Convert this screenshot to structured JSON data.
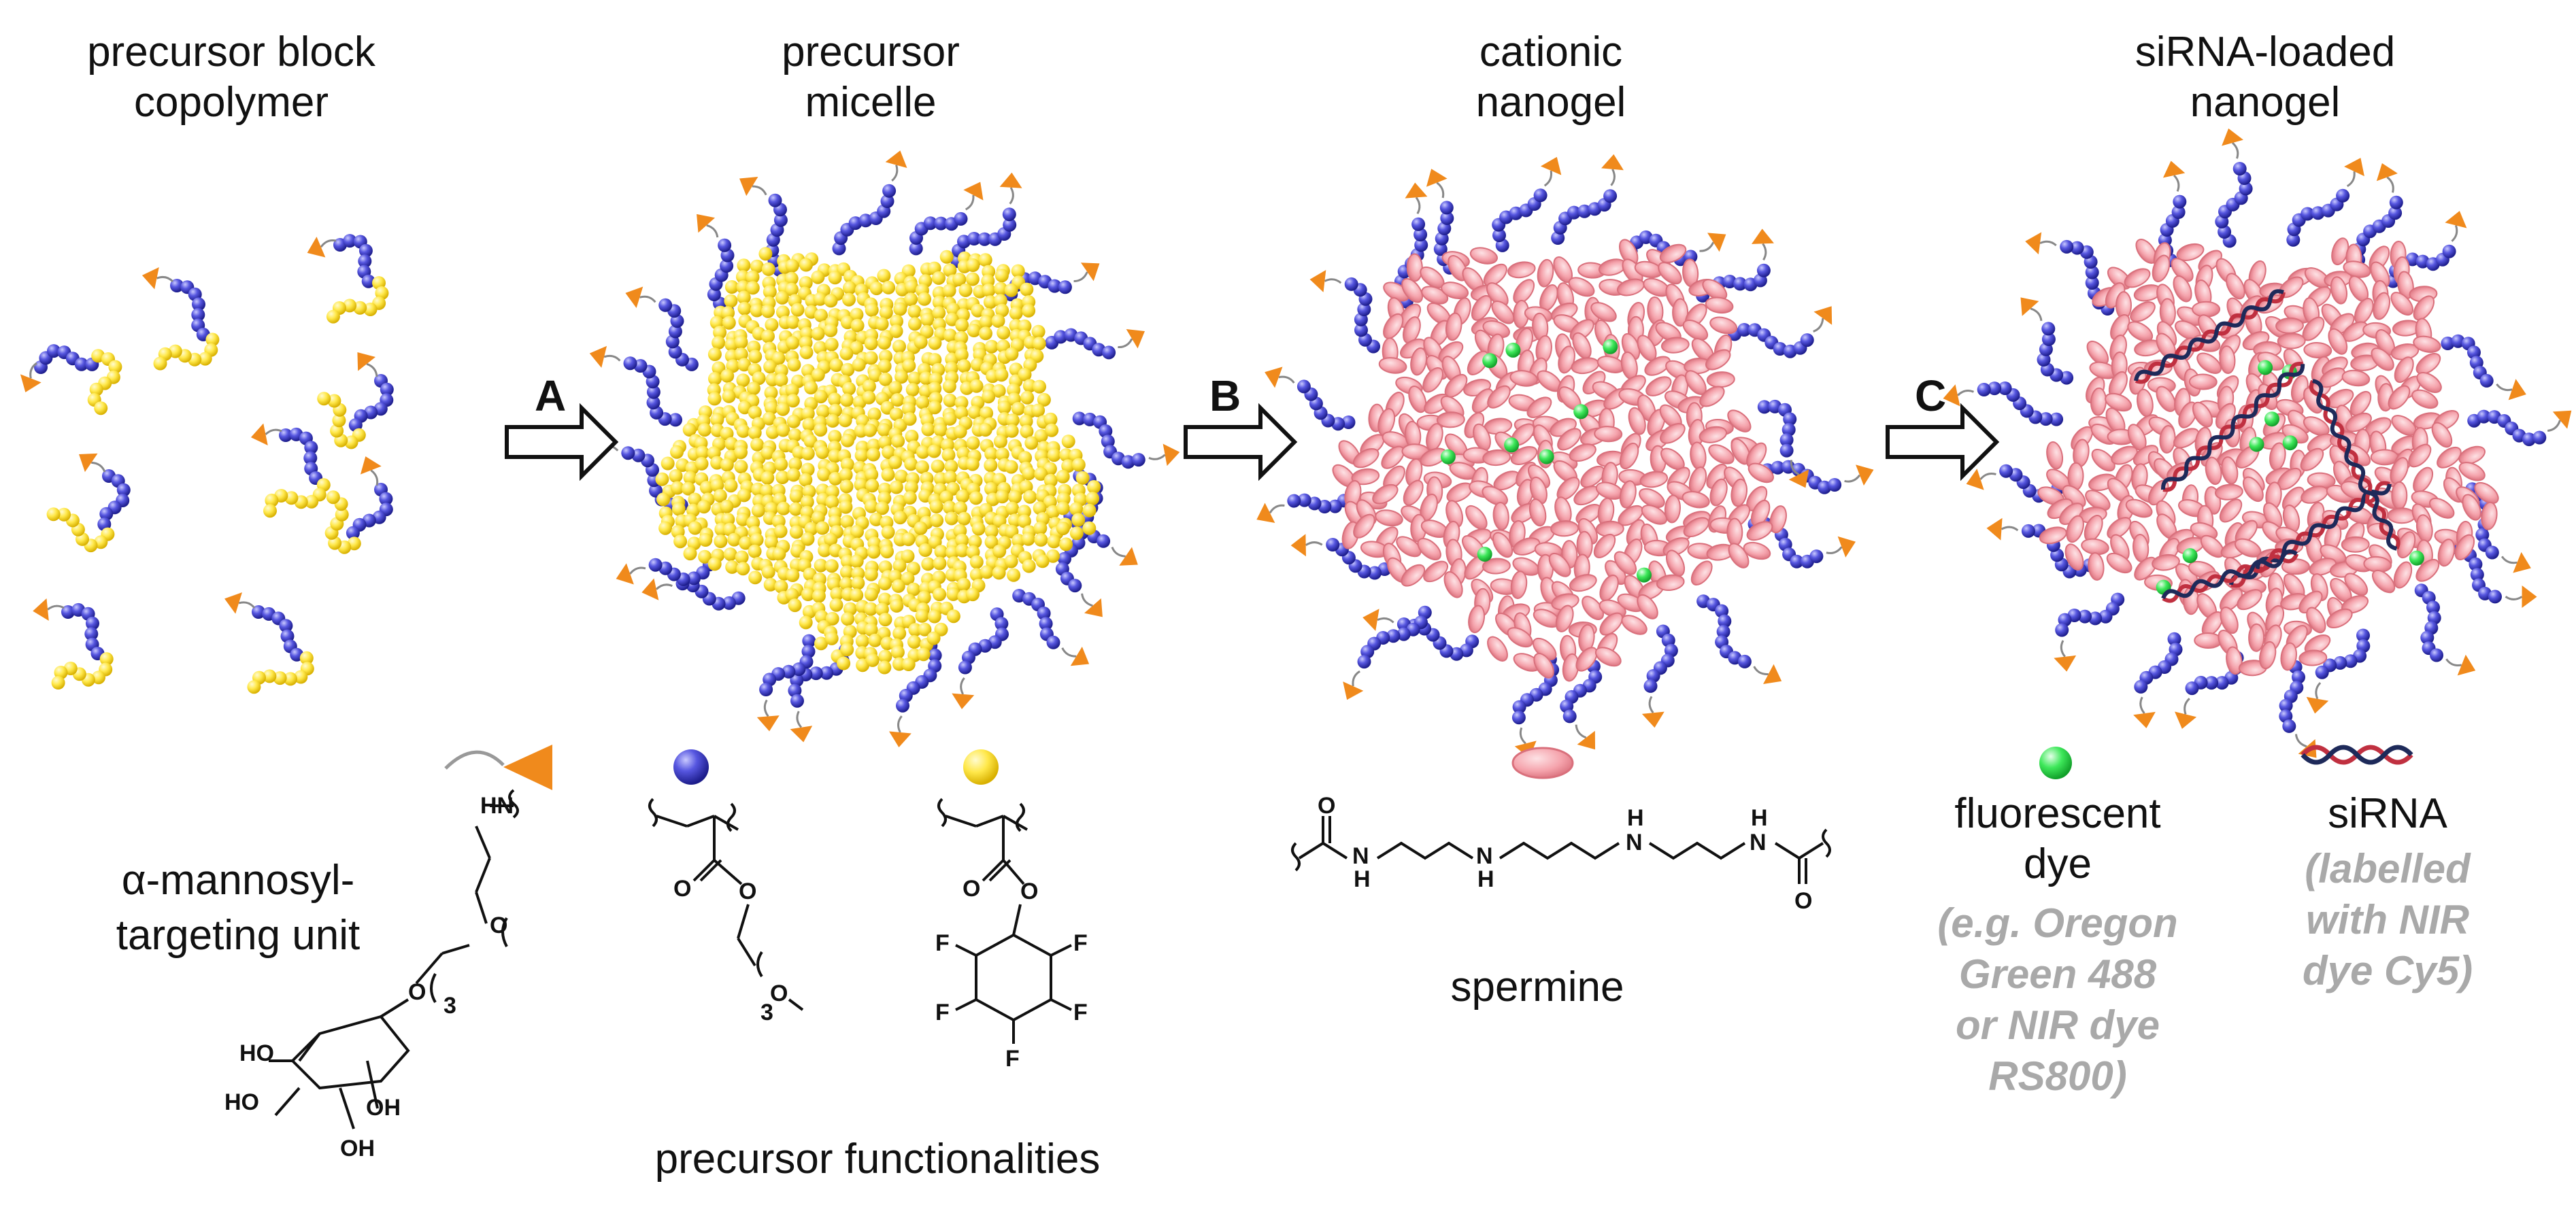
{
  "stages": [
    {
      "line1": "precursor block",
      "line2": "copolymer"
    },
    {
      "line1": "precursor",
      "line2": "micelle"
    },
    {
      "line1": "cationic",
      "line2": "nanogel"
    },
    {
      "line1": "siRNA-loaded",
      "line2": "nanogel"
    }
  ],
  "steps": [
    "A",
    "B",
    "C"
  ],
  "targeting": {
    "line1": "α-mannosyl-",
    "line2": "targeting unit"
  },
  "precursor_functionalities": "precursor functionalities",
  "spermine": "spermine",
  "fluorescent": {
    "line1": "fluorescent",
    "line2": "dye",
    "note": [
      "(e.g. Oregon",
      "Green 488",
      "or NIR dye",
      "RS800)"
    ]
  },
  "sirna": {
    "label": "siRNA",
    "note": [
      "(labelled",
      "with NIR",
      "dye Cy5)"
    ]
  },
  "atoms": {
    "o": "O",
    "hn": "HN",
    "h": "H",
    "n": "N",
    "f": "F",
    "ho": "HO",
    "oh": "OH",
    "three": "3"
  },
  "colors": {
    "blue_bead": "#4a4ad6",
    "yellow_bead": "#ffe94a",
    "pink_gel": "#f5a3ac",
    "orange_arrowhead": "#f08a1c",
    "green_dye": "#3ee85a",
    "sirna_red": "#c03040",
    "sirna_navy": "#1e2a5a"
  }
}
